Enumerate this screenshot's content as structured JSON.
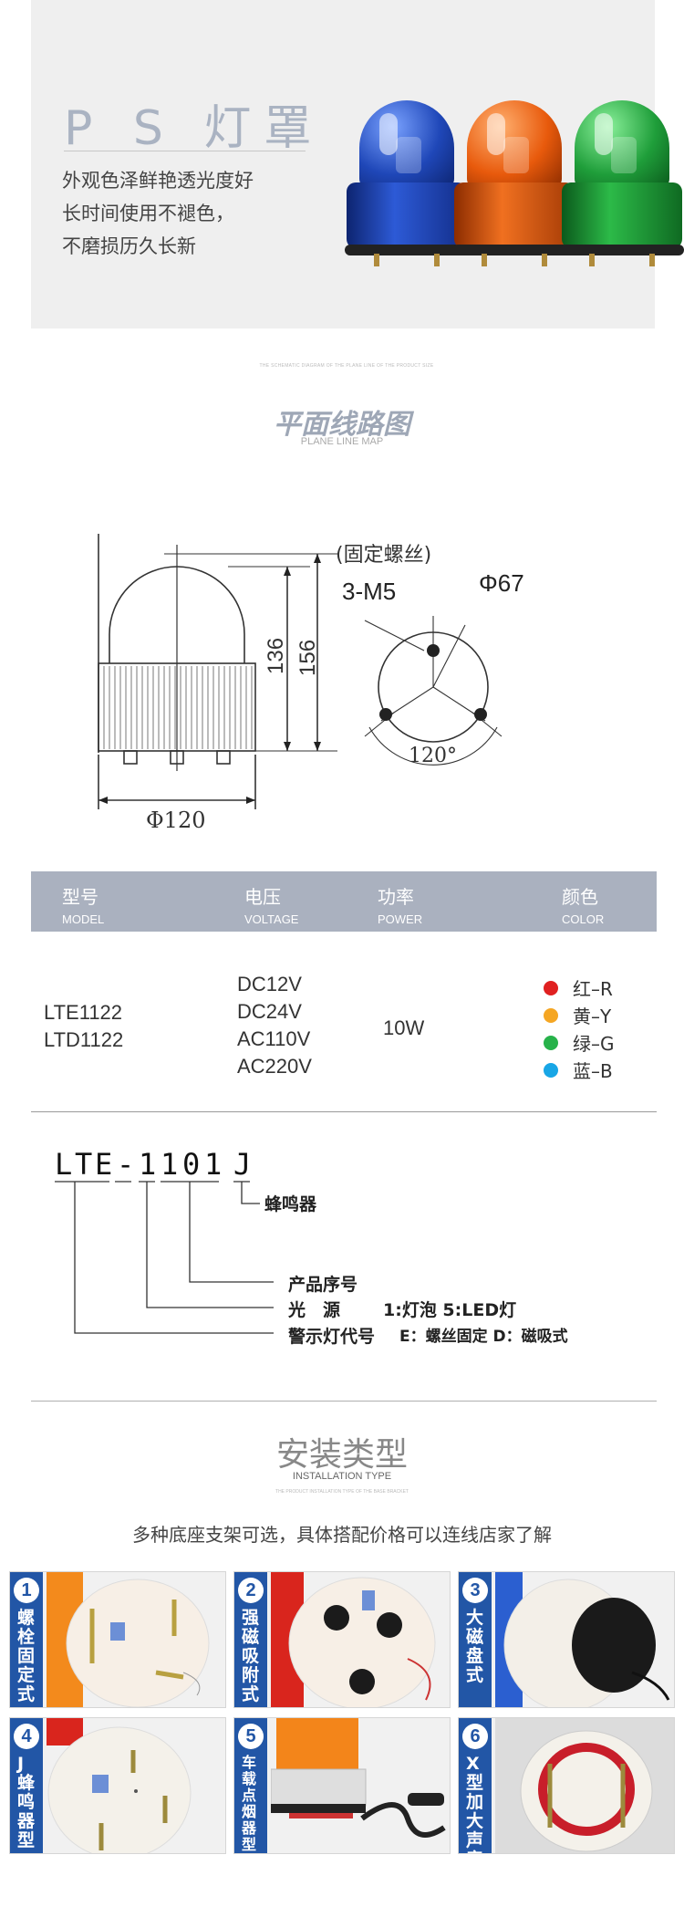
{
  "hero": {
    "title": "P S 灯罩",
    "lines": [
      "外观色泽鲜艳透光度好",
      "长时间使用不褪色，",
      "不磨损历久长新"
    ],
    "lamp_colors": {
      "blue": "#1f47b8",
      "orange": "#e85a0c",
      "green": "#1f9e3a"
    }
  },
  "plane_map": {
    "tiny_text": "THE SCHEMATIC DIAGRAM OF THE PLANE LINE OF THE PRODUCT SIZE",
    "title": "平面线路图",
    "subtitle": "PLANE LINE MAP"
  },
  "diagram": {
    "dim_height_inner": "136",
    "dim_height_total": "156",
    "dim_diameter": "Φ120",
    "screw_note": "(固定螺丝)",
    "screw_spec": "3-M5",
    "hole_circle": "Φ67",
    "angle": "120°"
  },
  "spec_table": {
    "headers": [
      {
        "cn": "型号",
        "en": "MODEL"
      },
      {
        "cn": "电压",
        "en": "VOLTAGE"
      },
      {
        "cn": "功率",
        "en": "POWER"
      },
      {
        "cn": "颜色",
        "en": "COLOR"
      }
    ],
    "models": [
      "LTE1122",
      "LTD1122"
    ],
    "voltages": [
      "DC12V",
      "DC24V",
      "AC110V",
      "AC220V"
    ],
    "power": "10W",
    "colors": [
      {
        "label": "红–R",
        "hex": "#e02020"
      },
      {
        "label": "黄–Y",
        "hex": "#f5a623"
      },
      {
        "label": "绿–G",
        "hex": "#27b24a"
      },
      {
        "label": "蓝–B",
        "hex": "#18a6e6"
      }
    ]
  },
  "code": {
    "chars": [
      "L",
      "T",
      "E",
      "-",
      "1",
      "1",
      "0",
      "1",
      "J"
    ],
    "buzzer": "蜂鸣器",
    "serial": "产品序号",
    "light_source": "光　源",
    "light_source_detail": "1:灯泡  5:LED灯",
    "warning_code": "警示灯代号",
    "warning_code_detail": "E：螺丝固定   D：磁吸式"
  },
  "install": {
    "title": "安装类型",
    "subtitle": "INSTALLATION TYPE",
    "tiny_text": "THE PRODUCT INSTALLATION TYPE OF THE BASE BRACKET",
    "description": "多种底座支架可选，具体搭配价格可以连线店家了解",
    "cards": [
      {
        "num": "1",
        "label": "螺栓固定式"
      },
      {
        "num": "2",
        "label": "强磁吸附式"
      },
      {
        "num": "3",
        "label": "大磁盘式"
      },
      {
        "num": "4",
        "label": "J蜂鸣器型"
      },
      {
        "num": "5",
        "label": "车载点烟器型"
      },
      {
        "num": "6",
        "label": "X型加大声音"
      }
    ]
  }
}
